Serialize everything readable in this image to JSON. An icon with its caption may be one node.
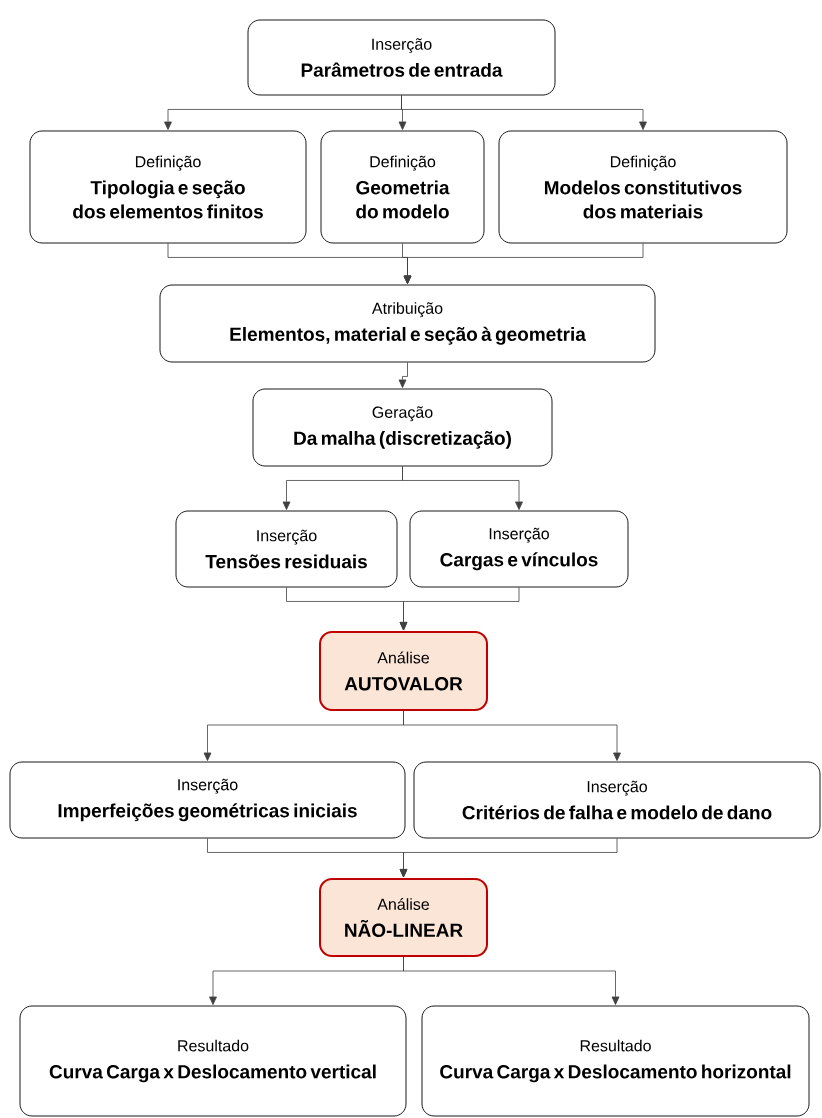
{
  "diagram": {
    "nodes": [
      {
        "text": [
          "Inserção",
          "Parâmetros de entrada"
        ]
      },
      {
        "text": [
          "Definição",
          "Tipologia e seção dos elementos finitos"
        ]
      },
      {
        "text": [
          "Definição",
          "Geometria do modelo"
        ]
      },
      {
        "text": [
          "Definição",
          "Modelos constitutivos dos materiais"
        ]
      },
      {
        "text": [
          "Atribuição",
          "Elementos, material e seção à geometria"
        ]
      },
      {
        "text": [
          "Geração",
          "Da malha (discretização)"
        ]
      },
      {
        "text": [
          "Inserção",
          "Tensões residuais"
        ]
      },
      {
        "text": [
          "Inserção",
          "Cargas e vínculos"
        ]
      },
      {
        "text": [
          "Análise",
          "AUTOVALOR"
        ]
      },
      {
        "text": [
          "Inserção",
          "Imperfeições geométricas iniciais"
        ]
      },
      {
        "text": [
          "Inserção",
          "Critérios de falha e modelo de dano"
        ]
      },
      {
        "text": [
          "Análise",
          "NÃO-LINEAR"
        ]
      },
      {
        "text": [
          "Resultado",
          "Curva Carga x Deslocamento vertical"
        ]
      },
      {
        "text": [
          "Resultado",
          "Curva Carga x Deslocamento horizontal"
        ]
      }
    ],
    "edges": [
      {
        "from": 0,
        "to": 1,
        "arrow": "to"
      },
      {
        "from": 0,
        "to": 2,
        "arrow": "to"
      },
      {
        "from": 0,
        "to": 3,
        "arrow": "to"
      },
      {
        "from": 1,
        "to": 4,
        "arrow": "to"
      },
      {
        "from": 2,
        "to": 4,
        "arrow": "to"
      },
      {
        "from": 3,
        "to": 4,
        "arrow": "to"
      },
      {
        "from": 4,
        "to": 5,
        "arrow": "to"
      },
      {
        "from": 5,
        "to": 6,
        "arrow": "to"
      },
      {
        "from": 5,
        "to": 7,
        "arrow": "to"
      },
      {
        "from": 6,
        "to": 8,
        "arrow": "to"
      },
      {
        "from": 7,
        "to": 8,
        "arrow": "to"
      },
      {
        "from": 8,
        "to": 9,
        "arrow": "to"
      },
      {
        "from": 8,
        "to": 10,
        "arrow": "to"
      },
      {
        "from": 9,
        "to": 11,
        "arrow": "to"
      },
      {
        "from": 10,
        "to": 11,
        "arrow": "to"
      },
      {
        "from": 11,
        "to": 12,
        "arrow": "to"
      },
      {
        "from": 11,
        "to": 13,
        "arrow": "to"
      }
    ]
  }
}
